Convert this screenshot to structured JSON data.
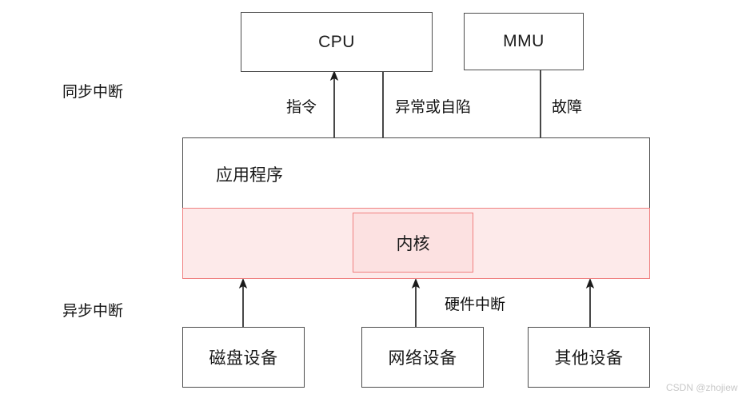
{
  "diagram": {
    "title": "Interrupt model diagram",
    "colors": {
      "box_border": "#4d4d4d",
      "kernel_band_border": "#f08080",
      "kernel_band_fill": "#fdeaea",
      "kernel_box_fill": "#fce1e1",
      "arrow": "#333333",
      "text": "#1a1a1a",
      "watermark": "#c8c8c8"
    },
    "top_boxes": [
      {
        "label": "CPU"
      },
      {
        "label": "MMU"
      }
    ],
    "layers": {
      "application": "应用程序",
      "kernel": "内核"
    },
    "bottom_boxes": [
      {
        "label": "磁盘设备"
      },
      {
        "label": "网络设备"
      },
      {
        "label": "其他设备"
      }
    ],
    "side_labels": [
      {
        "label": "同步中断"
      },
      {
        "label": "异步中断"
      }
    ],
    "edge_labels": [
      {
        "label": "指令"
      },
      {
        "label": "异常或自陷"
      },
      {
        "label": "故障"
      },
      {
        "label": "硬件中断"
      }
    ],
    "watermark": "CSDN @zhojiew"
  }
}
